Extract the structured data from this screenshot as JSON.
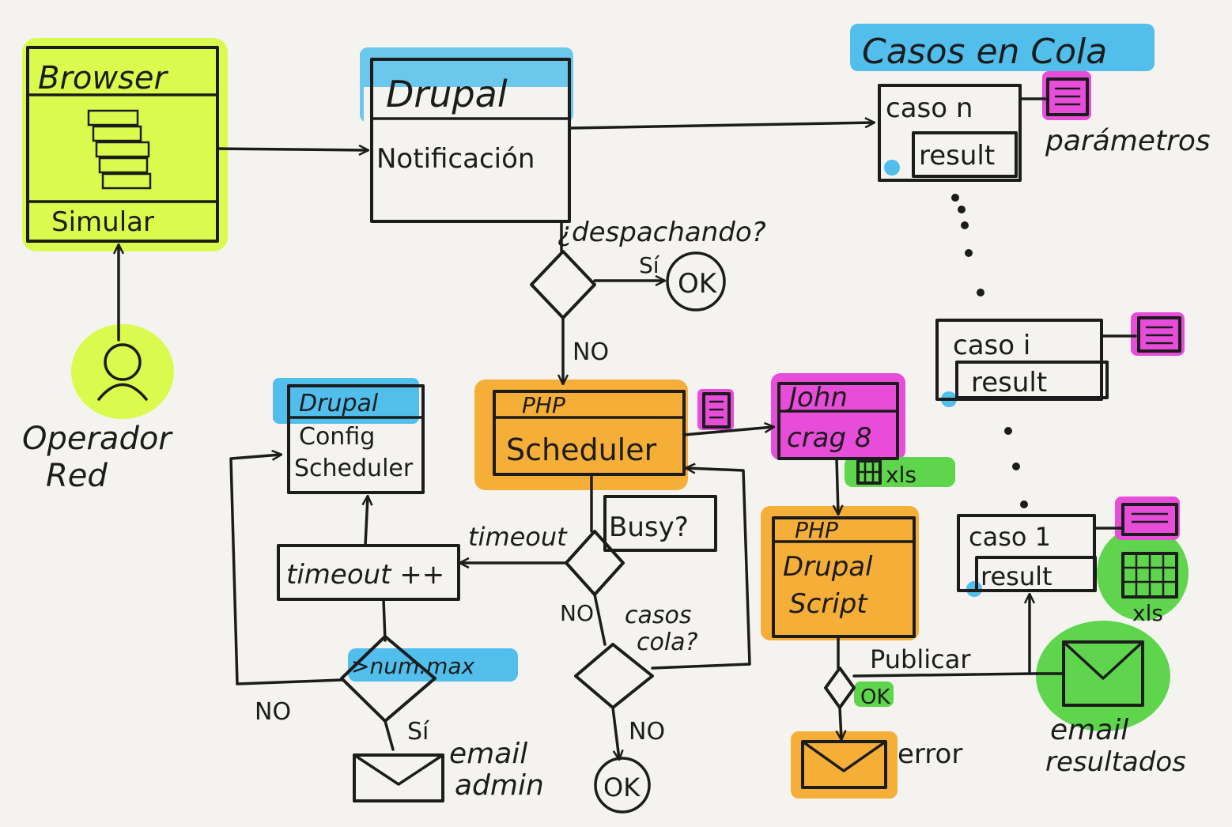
{
  "colors": {
    "paper": "#f4f3ef",
    "ink": "#1c1c1c",
    "lime": "#d9fb3c",
    "cyan": "#3fb8ea",
    "orange": "#f5a623",
    "magenta": "#e63ad6",
    "green": "#4ed13a"
  },
  "browser": {
    "title": "Browser",
    "footer": "Simular"
  },
  "operator": {
    "icon": "user-icon",
    "label_line1": "Operador",
    "label_line2": "Red"
  },
  "drupal_top": {
    "title": "Drupal",
    "body": "Notificación"
  },
  "decision_top": {
    "question": "¿despachando?",
    "yes": "Sí",
    "ok": "OK",
    "no": "NO"
  },
  "queue": {
    "title": "Casos en Cola",
    "params_label": "parámetros",
    "items": [
      {
        "name": "caso n",
        "result": "result"
      },
      {
        "name": "caso i",
        "result": "result"
      },
      {
        "name": "caso 1",
        "result": "result"
      }
    ]
  },
  "scheduler": {
    "title": "PHP",
    "body": "Scheduler"
  },
  "drupal_config": {
    "title": "Drupal",
    "line1": "Config",
    "line2": "Scheduler"
  },
  "john": {
    "line1": "John",
    "line2": "crag 8"
  },
  "xls_small": "xls",
  "xls_big": "xls",
  "php_drupal": {
    "title": "PHP",
    "line1": "Drupal",
    "line2": "Script"
  },
  "busy": {
    "question": "Busy?",
    "timeout": "timeout",
    "no": "NO"
  },
  "timeout_box": "timeout ++",
  "casos_cola": {
    "line1": "casos",
    "line2": "cola?",
    "no": "NO",
    "ok": "OK"
  },
  "num_max": {
    "label": ">num.max",
    "no": "NO",
    "yes": "Sí"
  },
  "email_admin": {
    "icon": "envelope-icon",
    "line1": "email",
    "line2": "admin"
  },
  "publish": {
    "label": "Publicar",
    "ok": "OK",
    "error": "error"
  },
  "email_results": {
    "icon": "envelope-icon",
    "line1": "email",
    "line2": "resultados"
  }
}
